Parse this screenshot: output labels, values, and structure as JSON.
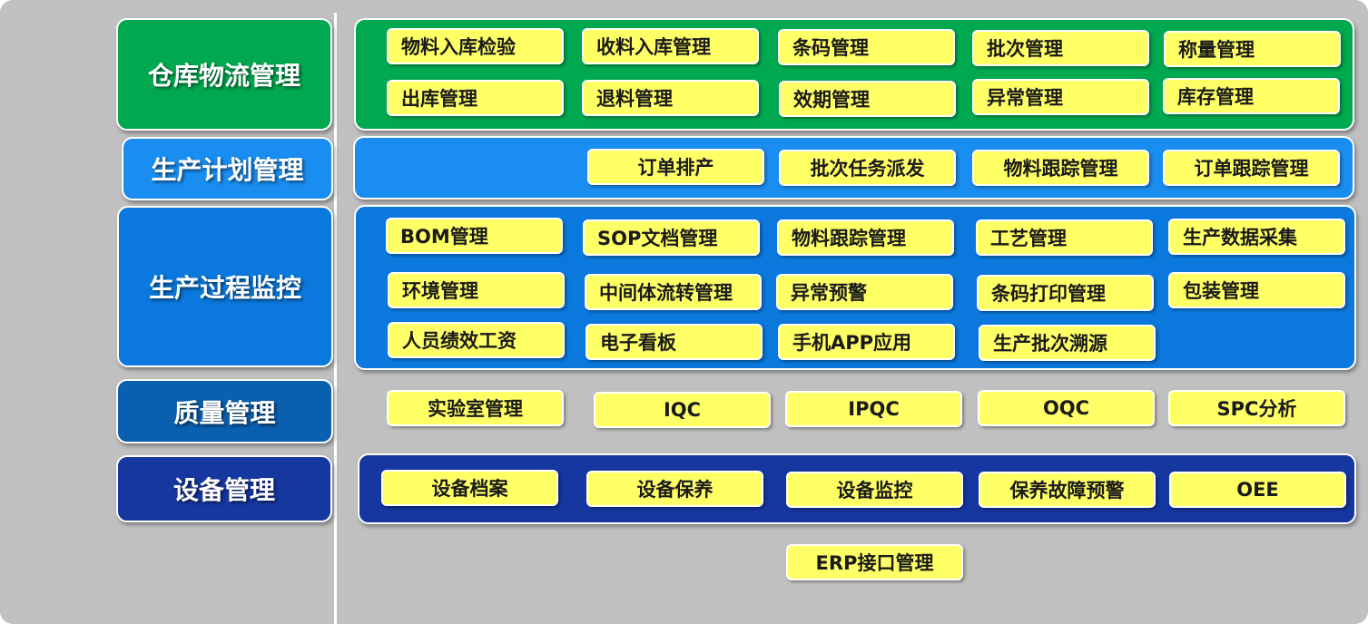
{
  "colors": {
    "background": "#c0c0c0",
    "warehouse": "#00a84f",
    "plan": "#1a8df0",
    "process": "#0a78dc",
    "quality": "#0a5fae",
    "equipment": "#1636a0",
    "module_fill": "#ffff66",
    "module_text": "#1a1a1a"
  },
  "categories": {
    "warehouse": "仓库物流管理",
    "plan": "生产计划管理",
    "process": "生产过程监控",
    "quality": "质量管理",
    "equipment": "设备管理"
  },
  "warehouse_items": [
    "物料入库检验",
    "收料入库管理",
    "条码管理",
    "批次管理",
    "称量管理",
    "出库管理",
    "退料管理",
    "效期管理",
    "异常管理",
    "库存管理"
  ],
  "plan_items": [
    "订单排产",
    "批次任务派发",
    "物料跟踪管理",
    "订单跟踪管理"
  ],
  "process_items": [
    "BOM管理",
    "SOP文档管理",
    "物料跟踪管理",
    "工艺管理",
    "生产数据采集",
    "环境管理",
    "中间体流转管理",
    "异常预警",
    "条码打印管理",
    "包装管理",
    "人员绩效工资",
    "电子看板",
    "手机APP应用",
    "生产批次溯源"
  ],
  "quality_items": [
    "实验室管理",
    "IQC",
    "IPQC",
    "OQC",
    "SPC分析"
  ],
  "equipment_items": [
    "设备档案",
    "设备保养",
    "设备监控",
    "保养故障预警",
    "OEE"
  ],
  "erp": "ERP接口管理"
}
